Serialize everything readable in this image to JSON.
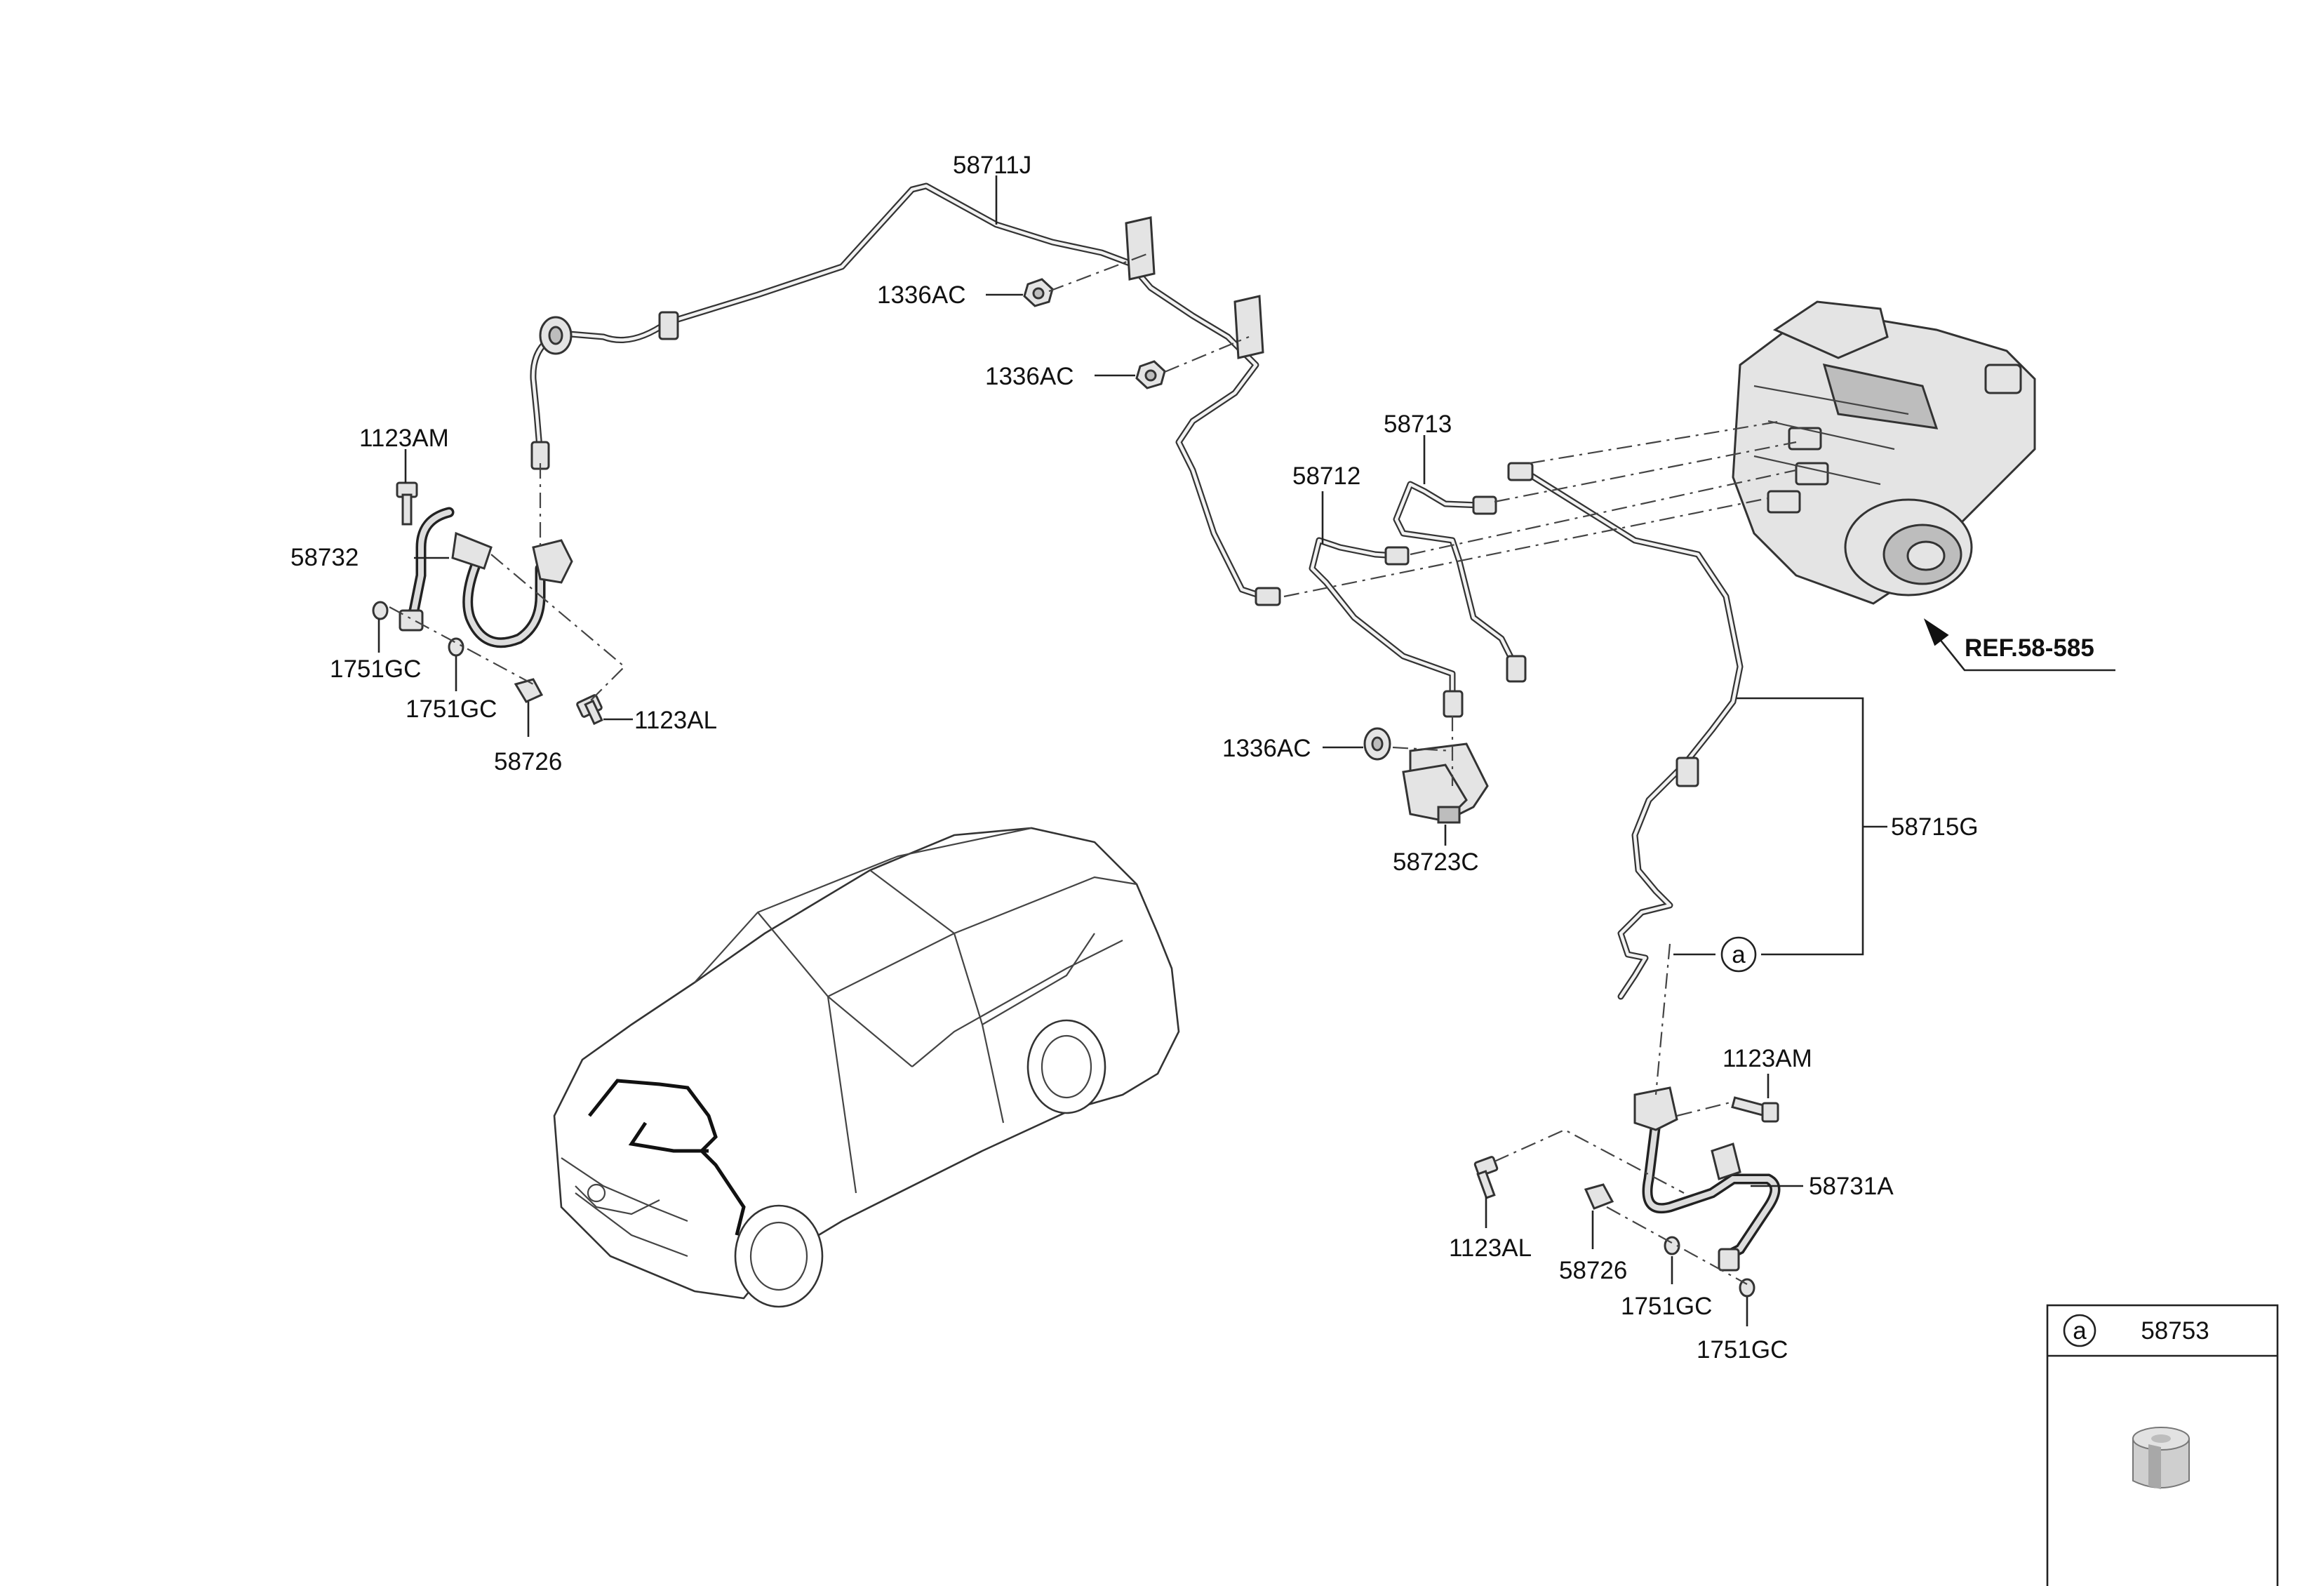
{
  "labels": {
    "brake_tube_main": "58711J",
    "nut_upper_1": "1336AC",
    "nut_upper_2": "1336AC",
    "nut_lower": "1336AC",
    "tube_58713": "58713",
    "tube_58712": "58712",
    "bolt_left_top": "1123AM",
    "hose_left": "58732",
    "gasket_left_1": "1751GC",
    "gasket_left_2": "1751GC",
    "bolt_left_bottom": "1123AL",
    "union_bolt_left": "58726",
    "ref_hecu": "REF.58-585",
    "bracket_58723c": "58723C",
    "tube_58715g": "58715G",
    "callout_a": "a",
    "bolt_right_top": "1123AM",
    "hose_right": "58731A",
    "bolt_right_bottom": "1123AL",
    "union_bolt_right": "58726",
    "gasket_right_1": "1751GC",
    "gasket_right_2": "1751GC"
  },
  "inset": {
    "marker": "a",
    "part_number": "58753"
  }
}
